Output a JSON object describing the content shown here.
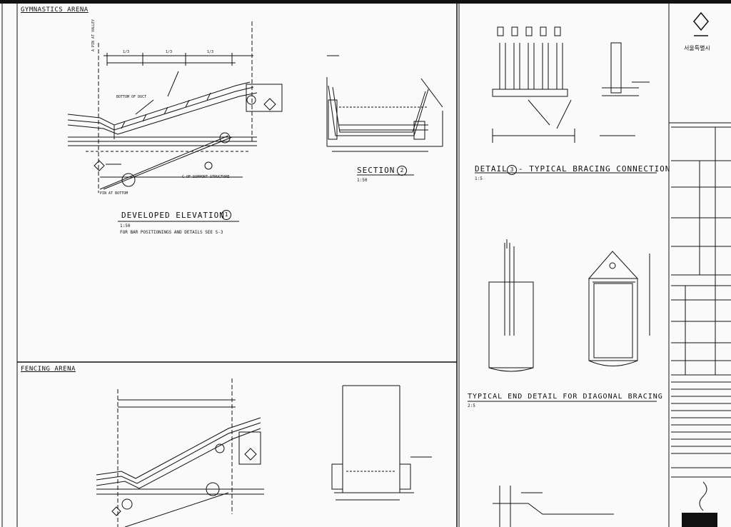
{
  "sections": {
    "gymnastics_label": "GYMNASTICS ARENA",
    "fencing_label": "FENCING ARENA"
  },
  "drawings": {
    "developed_elevation": {
      "title": "DEVELOPED ELEVATION",
      "number": "1",
      "scale": "1:50",
      "note": "FOR BAR POSITIONINGS AND DETAILS SEE S-3"
    },
    "section": {
      "title": "SECTION",
      "number": "2",
      "scale": "1:50"
    },
    "detail": {
      "title": "DETAIL",
      "number": "3",
      "subtitle": "- TYPICAL BRACING CONNECTION",
      "scale": "1:5"
    },
    "end_detail": {
      "title": "TYPICAL END DETAIL FOR DIAGONAL BRACING",
      "scale": "2:5"
    }
  },
  "annotations": {
    "grid_valley": "A PIN AT VALLEY",
    "fractions": [
      "1/3",
      "1/3",
      "1/3"
    ],
    "bottom_of_duct": "BOTTOM OF DUCT",
    "cl_support": "C OF SUPPORT STRUCTURE",
    "pin_at_bottom": "PIN AT BOTTOM"
  },
  "title_block": {
    "org_line": "서울특별시",
    "rows": [
      "",
      ""
    ]
  },
  "icons": [
    "city-emblem-icon"
  ],
  "colors": {
    "ink": "#111111",
    "paper": "#fafafa"
  }
}
